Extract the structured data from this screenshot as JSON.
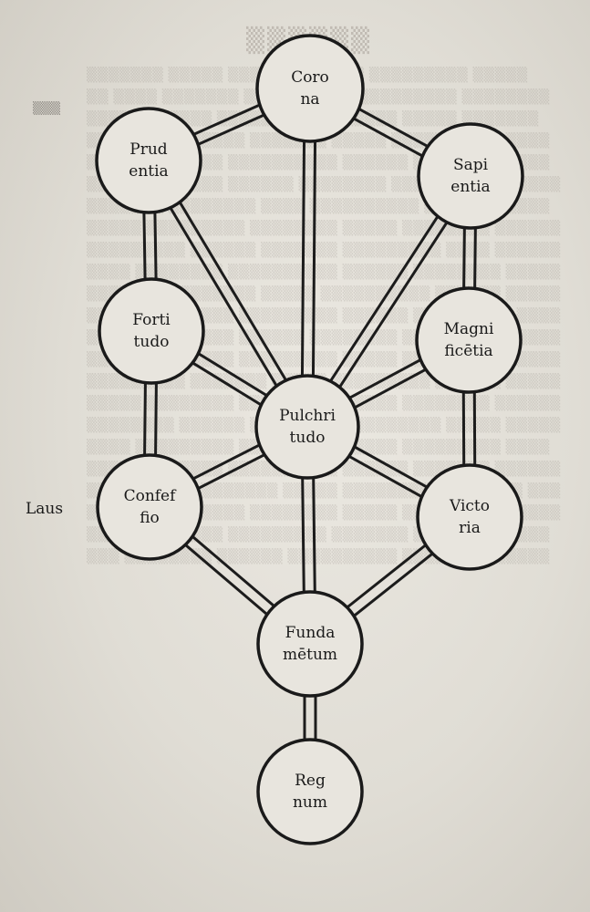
{
  "nodes": {
    "corona": {
      "line1": "Coro",
      "line2": "na"
    },
    "prudentia": {
      "line1": "Prud",
      "line2": "entia"
    },
    "sapientia": {
      "line1": "Sapi",
      "line2": "entia"
    },
    "fortitudo": {
      "line1": "Forti",
      "line2": "tudo"
    },
    "magnificentia": {
      "line1": "Magni",
      "line2": "ficētia"
    },
    "pulchritudo": {
      "line1": "Pulchri",
      "line2": "tudo"
    },
    "confessio": {
      "line1": "Confef",
      "line2": "fio"
    },
    "victoria": {
      "line1": "Victo",
      "line2": "ria"
    },
    "fundamentum": {
      "line1": "Funda",
      "line2": "mētum"
    },
    "regnum": {
      "line1": "Reg",
      "line2": "num"
    }
  },
  "side_label": "Laus"
}
